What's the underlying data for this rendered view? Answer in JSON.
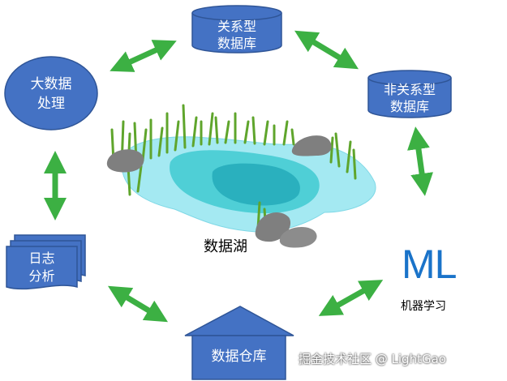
{
  "nodes": {
    "relational_db": {
      "line1": "关系型",
      "line2": "数据库"
    },
    "nonrelational_db": {
      "line1": "非关系型",
      "line2": "数据库"
    },
    "big_data": {
      "line1": "大数据",
      "line2": "处理"
    },
    "log_analysis": {
      "line1": "日志",
      "line2": "分析"
    },
    "data_warehouse": {
      "label": "数据仓库"
    },
    "ml": {
      "big": "ML",
      "sub": "机器学习"
    },
    "data_lake": {
      "label": "数据湖"
    }
  },
  "watermark": "掘金技术社区 @ LightGao",
  "colors": {
    "node_fill": "#4472c4",
    "node_stroke": "#2f5597",
    "arrow": "#3cb043",
    "ml_text": "#1a73c9",
    "water_outer": "#a4e9f2",
    "water_mid": "#4fcfd6",
    "water_inner": "#2ab0be",
    "grass": "#5fa52c",
    "rock": "#7f7f7f"
  }
}
